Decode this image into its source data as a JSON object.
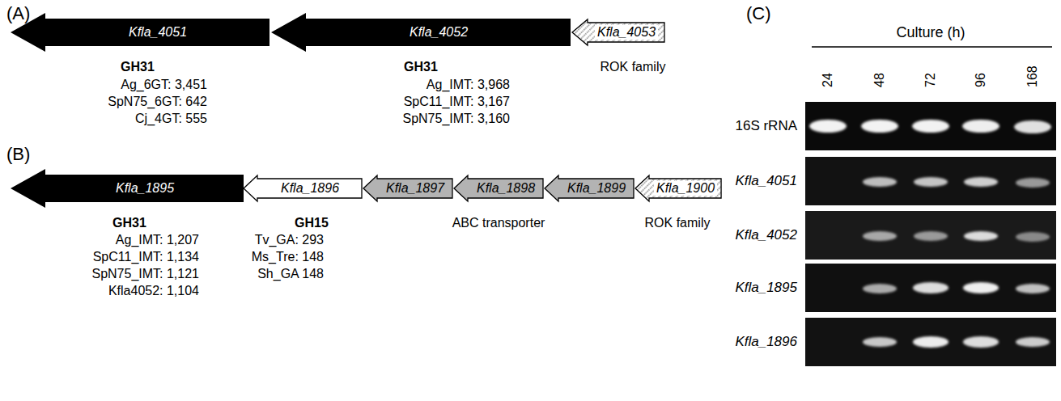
{
  "diagram": {
    "nodes": [
      {
        "text": [
          "Kfla_4051"
        ]
      },
      {
        "text": [
          "Kfla_4052"
        ]
      },
      {
        "text": [
          "Kfla_4053"
        ]
      },
      {
        "text": [
          "Kfla_1895"
        ]
      },
      {
        "text": [
          "Kfla_1896"
        ]
      },
      {
        "text": [
          "Kfla_1897"
        ]
      },
      {
        "text": [
          "Kfla_1898"
        ]
      },
      {
        "text": [
          "Kfla_1899"
        ]
      },
      {
        "text": [
          "Kfla_1900"
        ]
      }
    ],
    "labels": [
      "(A)",
      "GH31",
      "Ag_6GT: 3,451",
      "SpN75_6GT: 642",
      "Cj_4GT: 555",
      "GH31",
      "Ag_IMT: 3,968",
      "SpC11_IMT: 3,167",
      "SpN75_IMT: 3,160",
      "ROK family",
      "(B)",
      "GH31",
      "Ag_IMT: 1,207",
      "SpC11_IMT: 1,134",
      "SpN75_IMT: 1,121",
      "Kfla4052: 1,104",
      "GH15",
      "Tv_GA: 293",
      "Ms_Tre: 148",
      "Sh_GA 148",
      "ABC transporter",
      "ROK family",
      "(C)",
      "Culture (h)",
      "24",
      "48",
      "72",
      "96",
      "168",
      "16S rRNA",
      "Kfla_4051",
      "Kfla_4052",
      "Kfla_1895",
      "Kfla_1896"
    ]
  }
}
